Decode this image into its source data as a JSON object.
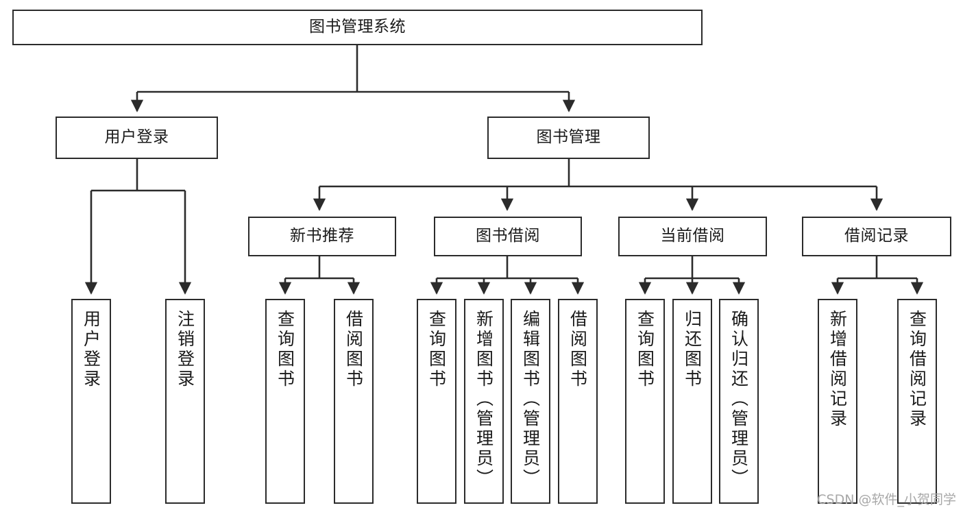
{
  "diagram": {
    "title": "图书管理系统",
    "type": "tree",
    "watermark": "CSDN @软件_小贺同学",
    "colors": {
      "box_border": "#2b2b2b",
      "box_fill": "#ffffff",
      "edge": "#2b2b2b",
      "text": "#1a1a1a",
      "watermark": "#a8a8a8"
    },
    "nodes": {
      "root": {
        "label": "图书管理系统"
      },
      "level2": [
        {
          "id": "user-login",
          "label": "用户登录"
        },
        {
          "id": "book-management",
          "label": "图书管理"
        }
      ],
      "level3": [
        {
          "id": "new-book-recommend",
          "label": "新书推荐"
        },
        {
          "id": "book-borrow",
          "label": "图书借阅"
        },
        {
          "id": "current-borrow",
          "label": "当前借阅"
        },
        {
          "id": "borrow-record",
          "label": "借阅记录"
        }
      ],
      "leaves": {
        "user-login": [
          {
            "id": "leaf-user-login",
            "label": "用户登录"
          },
          {
            "id": "leaf-logout",
            "label": "注销登录"
          }
        ],
        "new-book-recommend": [
          {
            "id": "leaf-query-book-1",
            "label": "查询图书"
          },
          {
            "id": "leaf-borrow-book-1",
            "label": "借阅图书"
          }
        ],
        "book-borrow": [
          {
            "id": "leaf-query-book-2",
            "label": "查询图书"
          },
          {
            "id": "leaf-add-book",
            "label": "新增图书（管理员）"
          },
          {
            "id": "leaf-edit-book",
            "label": "编辑图书（管理员）"
          },
          {
            "id": "leaf-borrow-book-2",
            "label": "借阅图书"
          }
        ],
        "current-borrow": [
          {
            "id": "leaf-query-book-3",
            "label": "查询图书"
          },
          {
            "id": "leaf-return-book",
            "label": "归还图书"
          },
          {
            "id": "leaf-confirm-return",
            "label": "确认归还（管理员）"
          }
        ],
        "borrow-record": [
          {
            "id": "leaf-add-record",
            "label": "新增借阅记录"
          },
          {
            "id": "leaf-query-record",
            "label": "查询借阅记录"
          }
        ]
      }
    }
  }
}
